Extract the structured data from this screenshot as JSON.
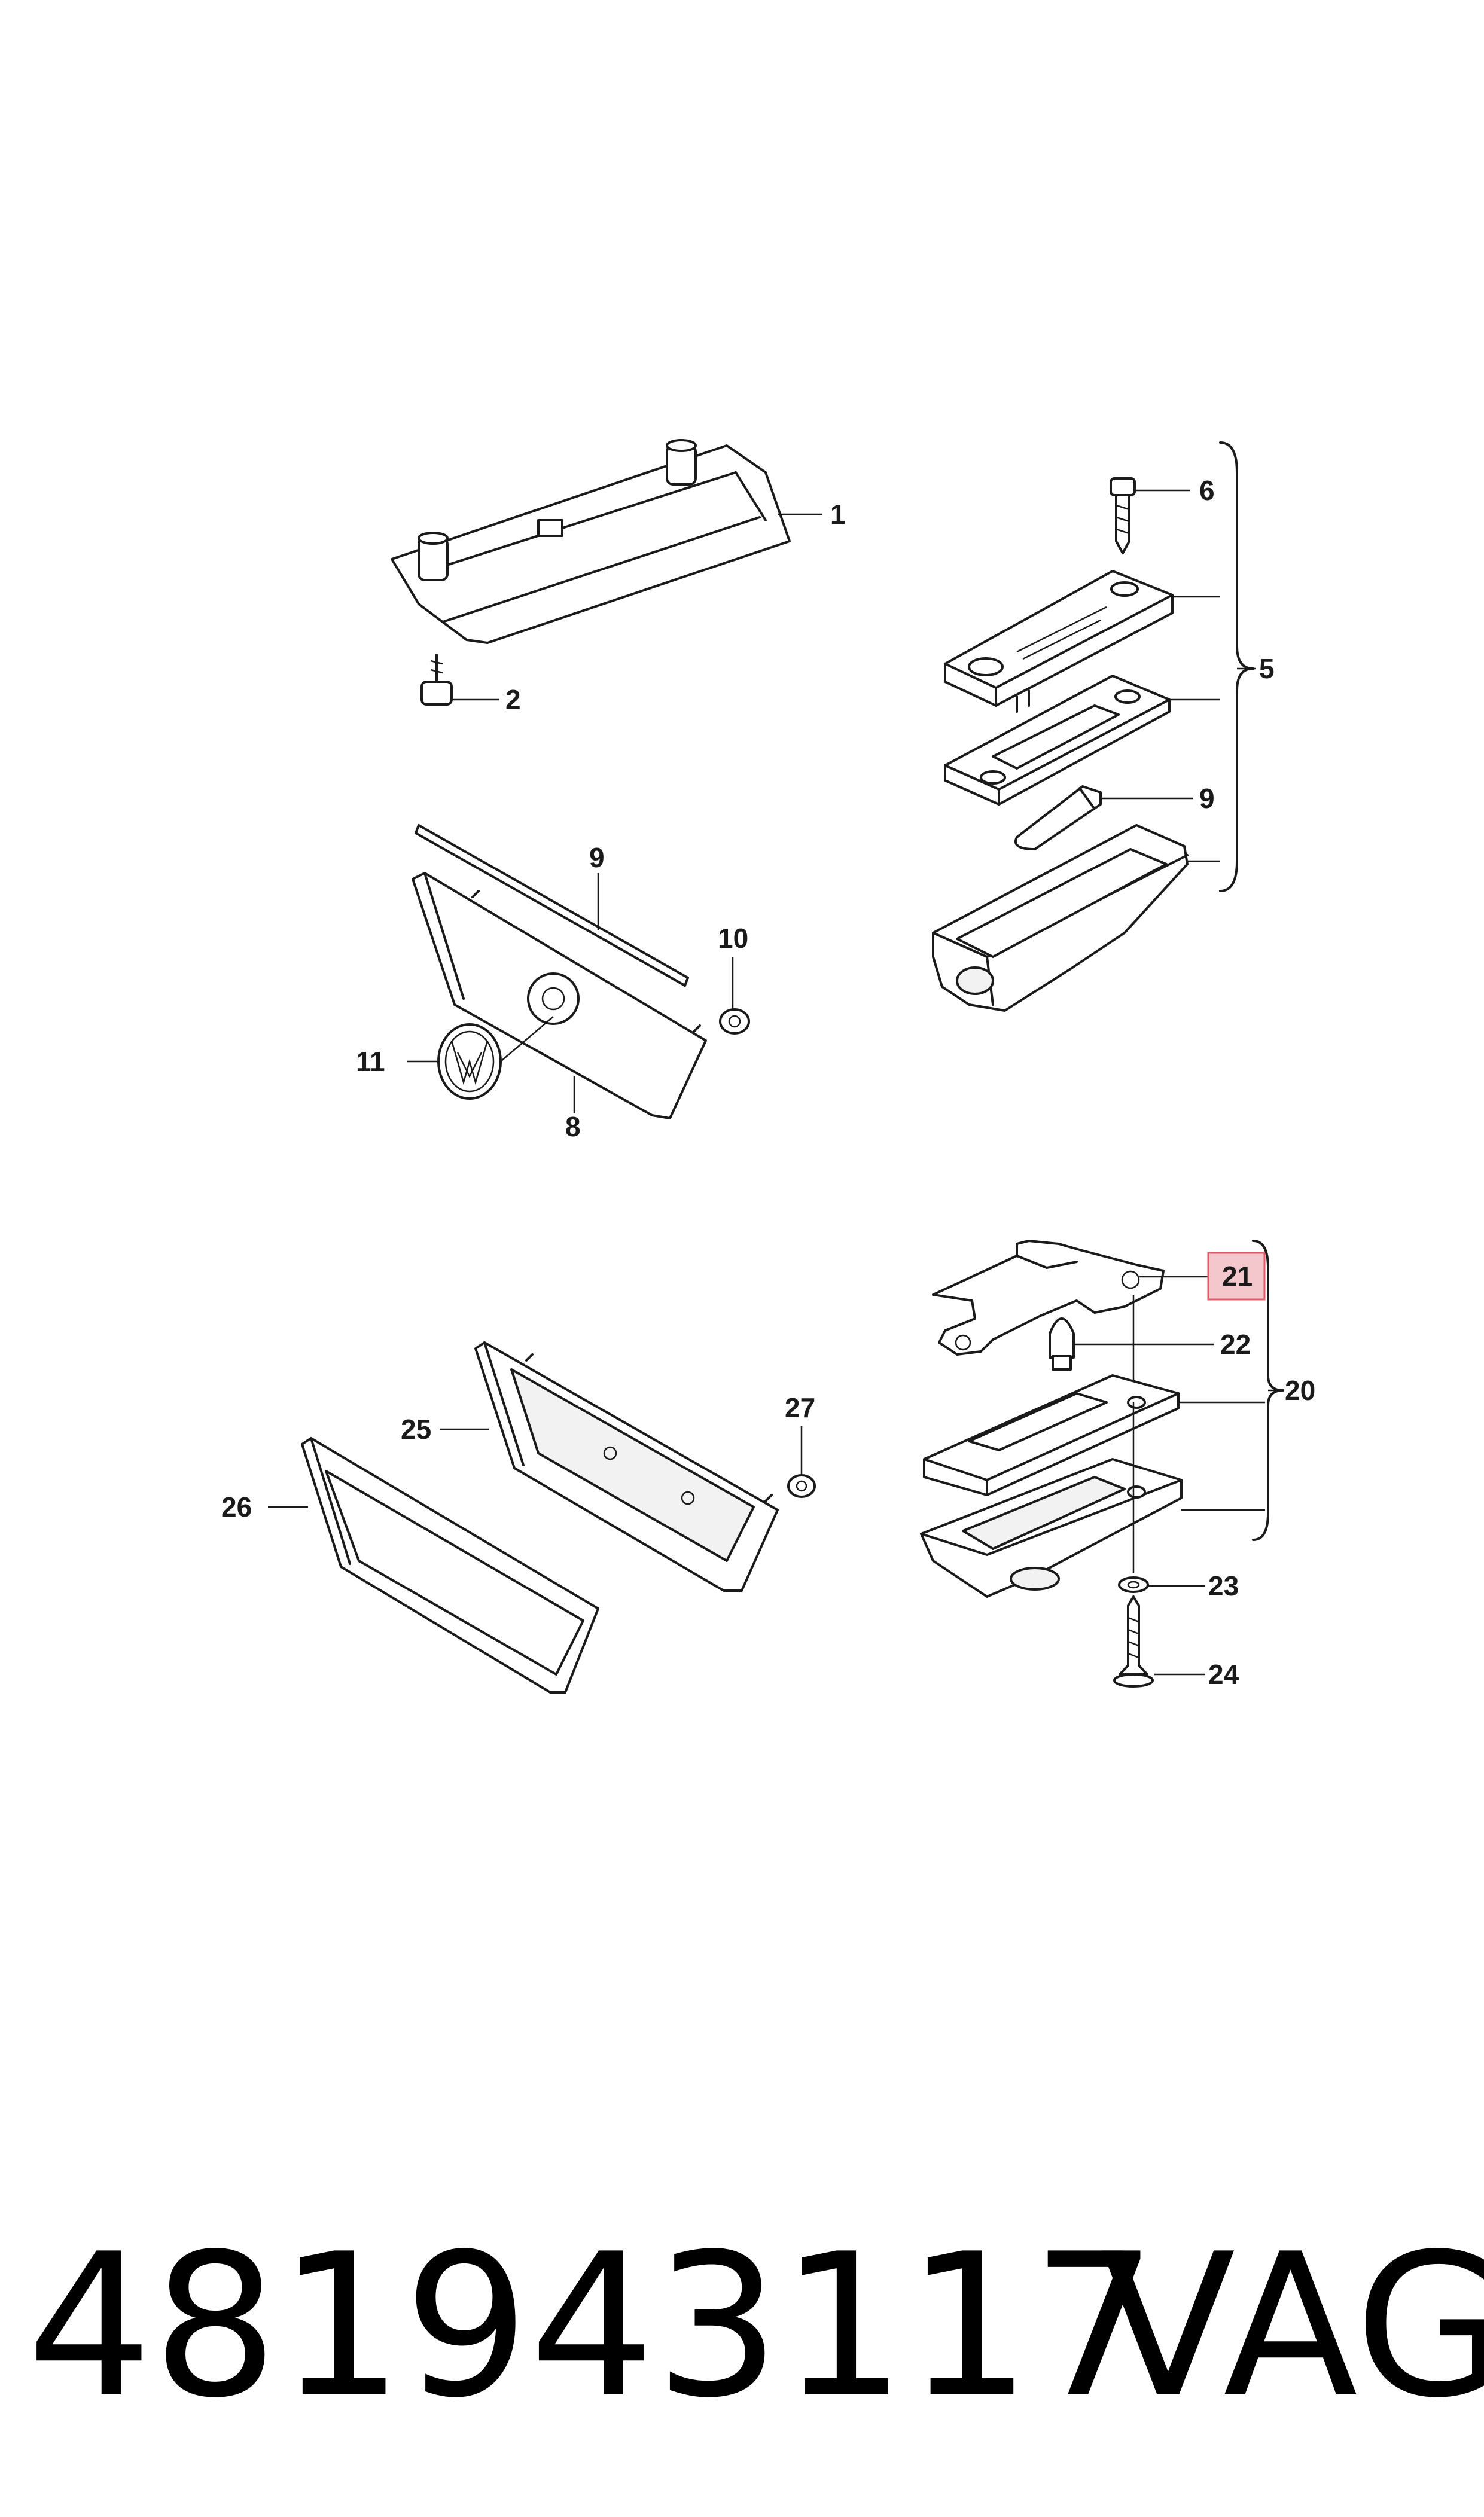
{
  "callouts": {
    "c1": "1",
    "c2": "2",
    "c5": "5",
    "c6": "6",
    "c8": "8",
    "c9a": "9",
    "c9b": "9",
    "c10": "10",
    "c11": "11",
    "c20": "20",
    "c21": "21",
    "c22": "22",
    "c23": "23",
    "c24": "24",
    "c25": "25",
    "c26": "26",
    "c27": "27"
  },
  "highlight": {
    "callout": "21",
    "color": "#f4c7cc",
    "border": "#e05a6a"
  },
  "footer": {
    "part_number": "481943117",
    "brand": "VAG"
  }
}
